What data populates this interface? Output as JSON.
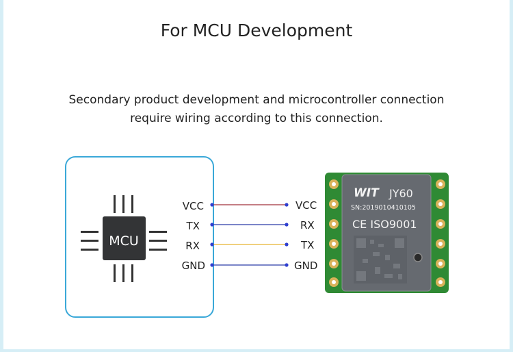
{
  "header": {
    "title": "For MCU Development",
    "description_line1": "Secondary product development and microcontroller connection",
    "description_line2": "require wiring according to this connection."
  },
  "mcu": {
    "chip_label": "MCU",
    "pins": [
      "VCC",
      "TX",
      "RX",
      "GND"
    ]
  },
  "module": {
    "brand": "WIT",
    "model": "JY60",
    "serial": "SN:2019010410105",
    "cert": "CE ISO9001",
    "pins": [
      "VCC",
      "RX",
      "TX",
      "GND"
    ]
  },
  "wires": [
    {
      "from": "VCC",
      "to": "VCC",
      "color": "#a0303a"
    },
    {
      "from": "TX",
      "to": "RX",
      "color": "#2a3aa8"
    },
    {
      "from": "RX",
      "to": "TX",
      "color": "#e8b430"
    },
    {
      "from": "GND",
      "to": "GND",
      "color": "#2a3aa8"
    }
  ],
  "colors": {
    "panel_border": "#3aa8d8",
    "dot": "#2f3fd0",
    "pcb": "#2f8a34",
    "pad": "#d9b25a",
    "shield": "#666a70"
  }
}
